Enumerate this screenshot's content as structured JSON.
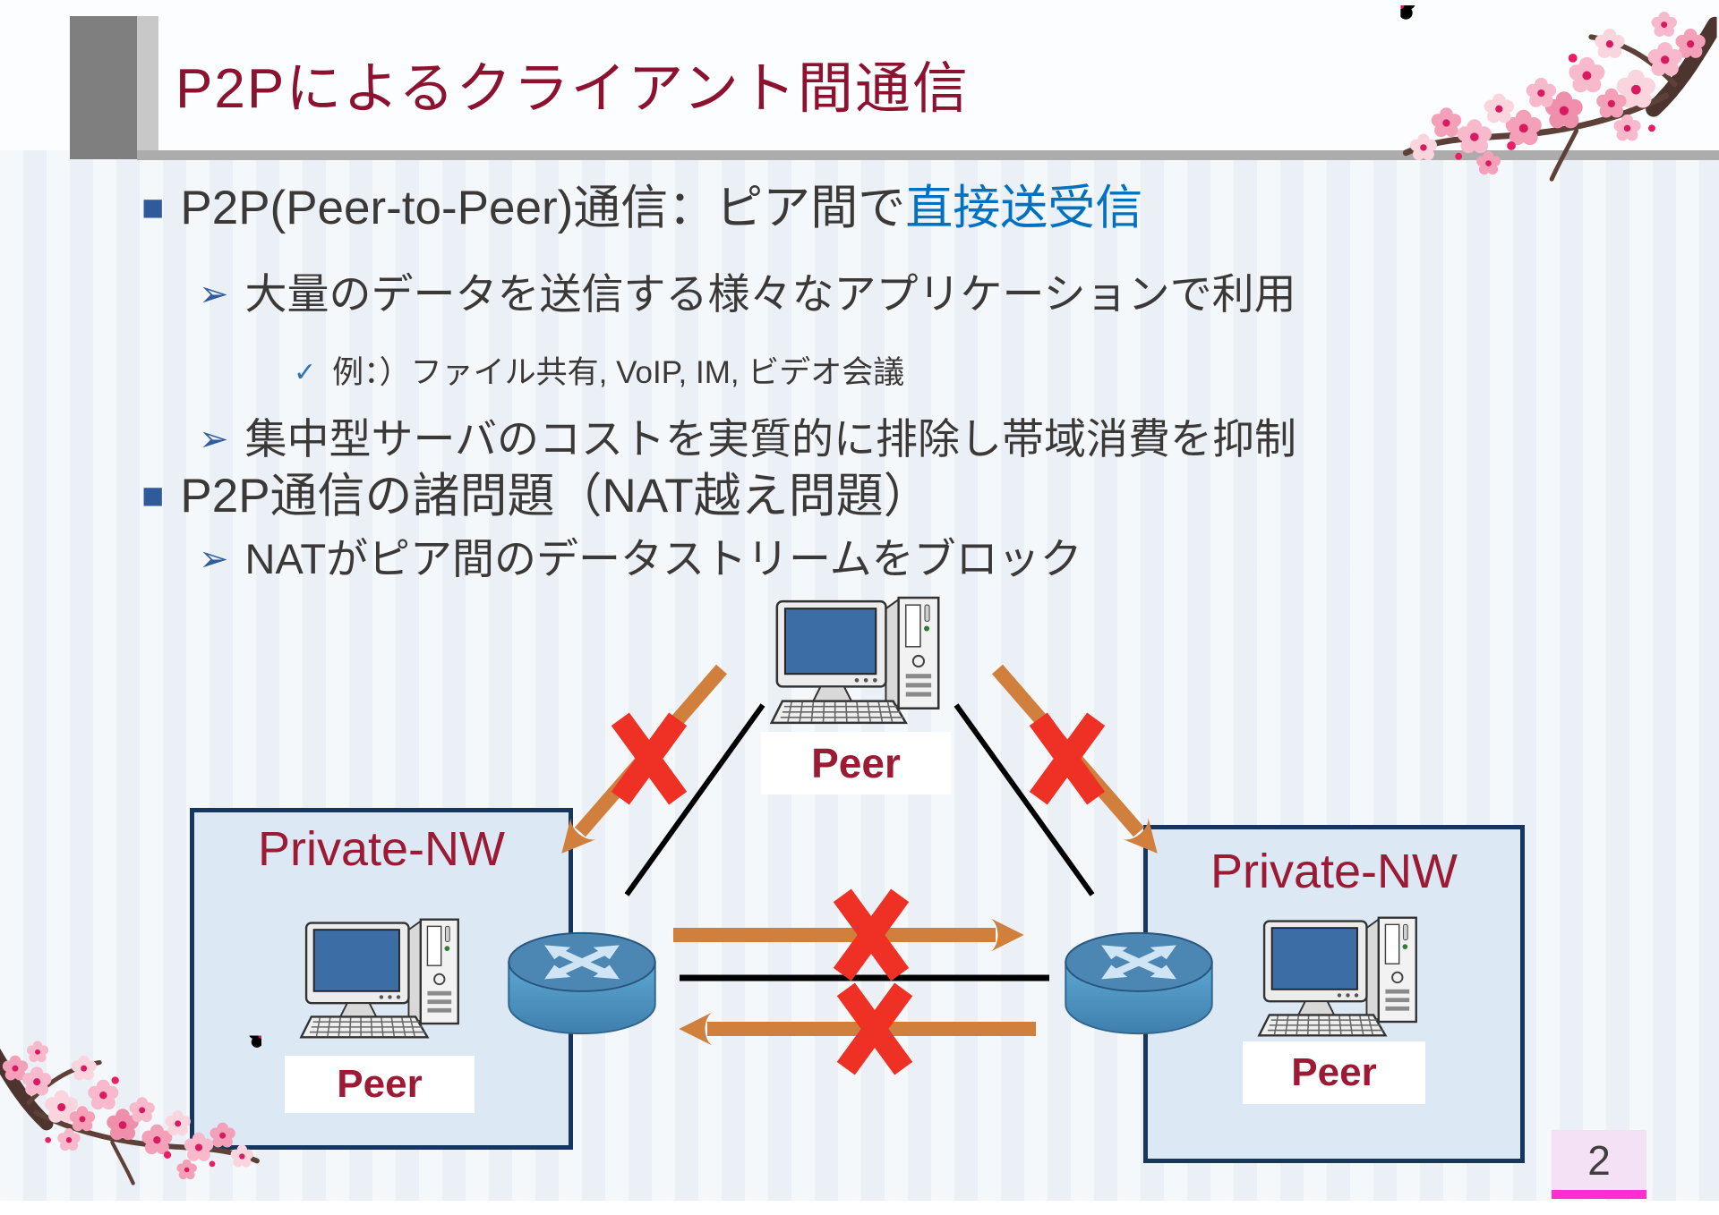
{
  "slide": {
    "title": "P2Pによるクライアント間通信",
    "page_number": "2",
    "bullets": [
      {
        "glyph": "■",
        "level": 1,
        "text_before": "P2P(Peer-to-Peer)通信：ピア間で",
        "text_highlight": "直接送受信"
      },
      {
        "glyph": "➢",
        "level": 2,
        "text": "大量のデータを送信する様々なアプリケーションで利用"
      },
      {
        "glyph": "✓",
        "level": 3,
        "text": "例：）ファイル共有, VoIP, IM, ビデオ会議"
      },
      {
        "glyph": "➢",
        "level": 2,
        "text": "集中型サーバのコストを実質的に排除し帯域消費を抑制"
      },
      {
        "glyph": "■",
        "level": 1,
        "text": "P2P通信の諸問題（NAT越え問題）"
      },
      {
        "glyph": "➢",
        "level": 2,
        "text": "NATがピア間のデータストリームをブロック"
      }
    ],
    "diagram": {
      "top_peer_label": "Peer",
      "left_network_label": "Private-NW",
      "right_network_label": "Private-NW",
      "left_peer_label": "Peer",
      "right_peer_label": "Peer",
      "icons": [
        "desktop-computer-icon",
        "router-icon",
        "blocked-x-icon",
        "arrow-icon",
        "cherry-blossom-icon"
      ]
    },
    "colors": {
      "title_crimson": "#8c1230",
      "body_text": "#3b3838",
      "highlight_blue": "#0070c0",
      "bullet_blue": "#2f5b9b",
      "box_border_navy": "#17365d",
      "box_fill_lightblue": "#dce9f5",
      "label_red": "#9c1a33",
      "arrow_orange": "#d0803c",
      "blocked_x_red": "#ee3124",
      "page_bar_pink": "#ff2fcf",
      "header_gray": "#7f7f7f"
    }
  }
}
